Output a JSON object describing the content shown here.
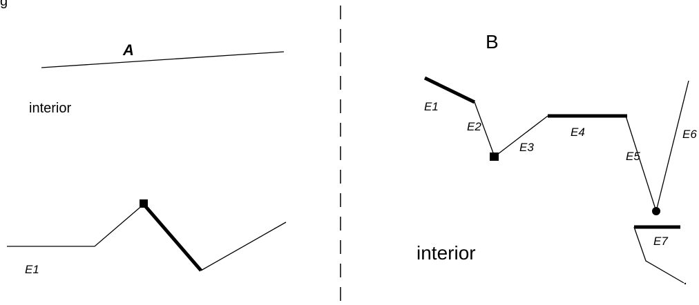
{
  "corner_label": "g",
  "panel_a": {
    "title": "A",
    "region_label": "interior",
    "edge_label": "E1"
  },
  "panel_b": {
    "title": "B",
    "region_label": "interior",
    "edge_labels": {
      "e1": "E1",
      "e2": "E2",
      "e3": "E3",
      "e4": "E4",
      "e5": "E5",
      "e6": "E6",
      "e7": "E7"
    }
  }
}
